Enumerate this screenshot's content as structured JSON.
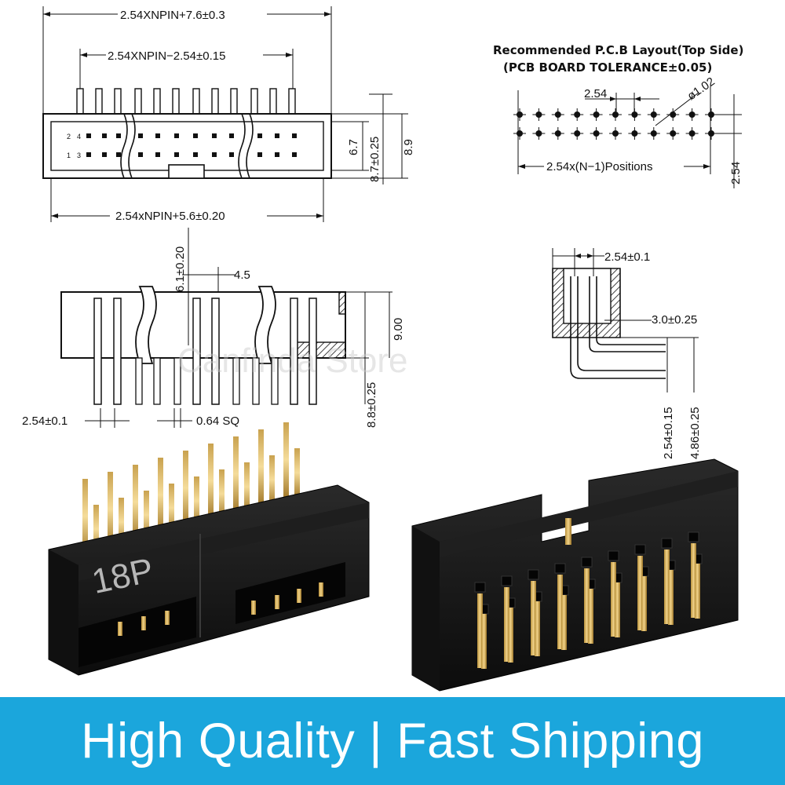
{
  "top_view": {
    "overall_width": "2.54XNPIN+7.6±0.3",
    "pin_span": "2.54XNPIN−2.54±0.15",
    "bottom_width": "2.54xNPIN+5.6±0.20",
    "inner_height": "6.7",
    "mid_height": "8.7±0.25",
    "total_height": "8.9",
    "pin_row_top": [
      "2",
      "4"
    ],
    "pin_row_bottom": [
      "1",
      "3"
    ]
  },
  "pcb_layout": {
    "title_line1": "Recommended P.C.B Layout(Top Side)",
    "title_line2": "(PCB BOARD TOLERANCE±0.05)",
    "pitch": "2.54",
    "hole": "ø1.02",
    "positions": "2.54x(N−1)Positions",
    "row_pitch": "2.54"
  },
  "side_view": {
    "pin_height": "6.1±0.20",
    "offset": "4.5",
    "body_height": "9.00",
    "tail_length": "8.8±0.25",
    "pitch": "2.54±0.1",
    "pin_size": "0.64 SQ"
  },
  "right_angle_view": {
    "pitch": "2.54±0.1",
    "offset": "3.0±0.25",
    "row_spacing": "2.54±0.15",
    "bend_height": "4.86±0.25"
  },
  "watermark": "Canfinda Store",
  "product_label": "18P",
  "banner": "High Quality | Fast Shipping"
}
